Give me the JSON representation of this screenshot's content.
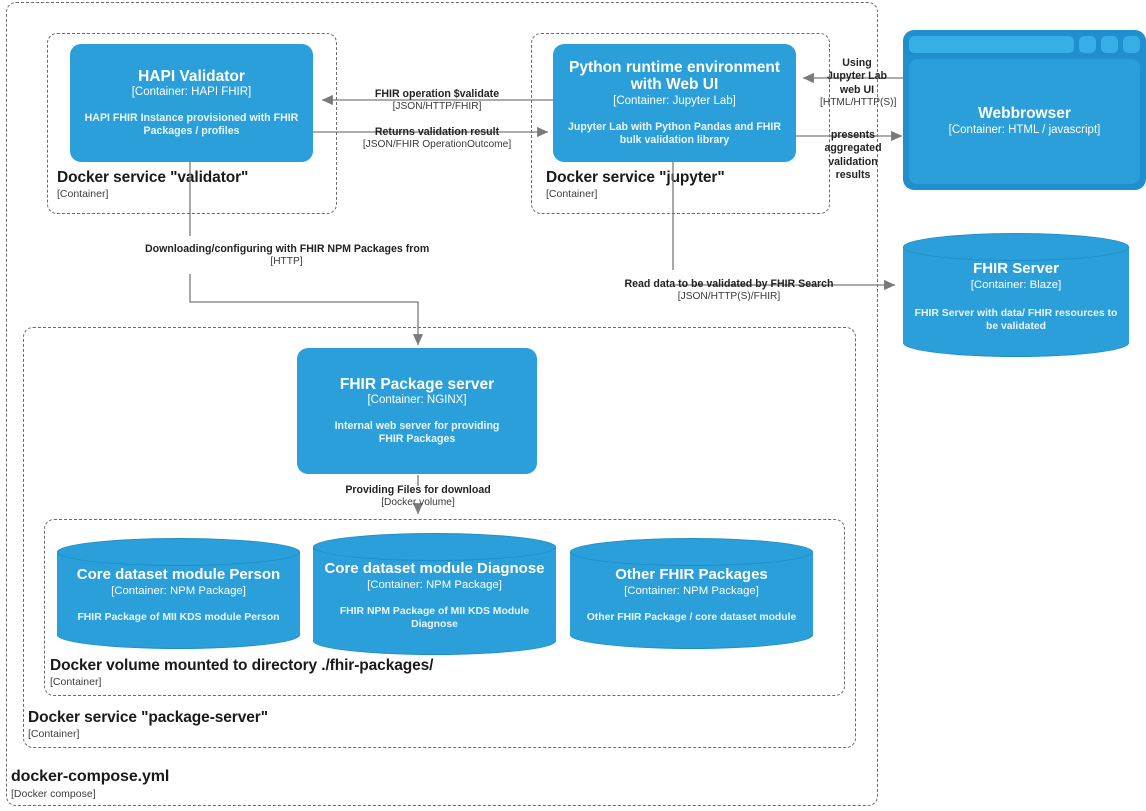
{
  "diagram": {
    "title": "docker-compose.yml",
    "subtitle": "[Docker compose]",
    "accent_color": "#2b9fd9",
    "accent_dark": "#1f8fcd",
    "line_color": "#7a7a7a"
  },
  "groups": {
    "root": {
      "label": "docker-compose.yml",
      "sub": "[Docker compose]"
    },
    "validator": {
      "label": "Docker service \"validator\"",
      "sub": "[Container]"
    },
    "jupyter": {
      "label": "Docker service \"jupyter\"",
      "sub": "[Container]"
    },
    "package_server": {
      "label": "Docker service \"package-server\"",
      "sub": "[Container]"
    },
    "volume": {
      "label": "Docker volume mounted to directory ./fhir-packages/",
      "sub": "[Container]"
    }
  },
  "nodes": {
    "hapi_validator": {
      "title": "HAPI Validator",
      "type": "[Container: HAPI FHIR]",
      "desc": "HAPI FHIR Instance provisioned with FHIR Packages / profiles"
    },
    "python_runtime": {
      "title": "Python runtime environment with Web UI",
      "type": "[Container: Jupyter Lab]",
      "desc": "Jupyter Lab with Python Pandas and FHIR bulk validation library"
    },
    "webbrowser": {
      "title": "Webbrowser",
      "type": "[Container: HTML / javascript]"
    },
    "fhir_server": {
      "title": "FHIR Server",
      "type": "[Container: Blaze]",
      "desc": "FHIR Server with data/ FHIR resources to be validated"
    },
    "package_server": {
      "title": "FHIR Package server",
      "type": "[Container: NGINX]",
      "desc": "Internal web server for providing FHIR Packages"
    },
    "pkg_person": {
      "title": "Core dataset module Person",
      "type": "[Container: NPM Package]",
      "desc": "FHIR Package of MII KDS module Person"
    },
    "pkg_diagnose": {
      "title": "Core dataset module Diagnose",
      "type": "[Container: NPM Package]",
      "desc": "FHIR NPM Package of MII KDS Module Diagnose"
    },
    "pkg_other": {
      "title": "Other FHIR Packages",
      "type": "[Container: NPM Package]",
      "desc": "Other FHIR Package / core dataset module"
    }
  },
  "edges": {
    "validate_call": {
      "label": "FHIR operation $validate",
      "sub": "[JSON/HTTP/FHIR]"
    },
    "validate_result": {
      "label": "Returns validation result",
      "sub": "[JSON/FHIR OperationOutcome]"
    },
    "using_jupyter": {
      "label": "Using\nJupyter Lab\nweb UI",
      "sub": "[HTML/HTTP(S)]"
    },
    "presents_results": {
      "label": "presents\naggregated\nvalidation\nresults",
      "sub": ""
    },
    "read_data": {
      "label": "Read data to be validated by FHIR Search",
      "sub": "[JSON/HTTP(S)/FHIR]"
    },
    "downloading": {
      "label": "Downloading/configuring with FHIR NPM Packages from",
      "sub": "[HTTP]"
    },
    "providing_files": {
      "label": "Providing Files for download",
      "sub": "[Docker volume]"
    }
  }
}
